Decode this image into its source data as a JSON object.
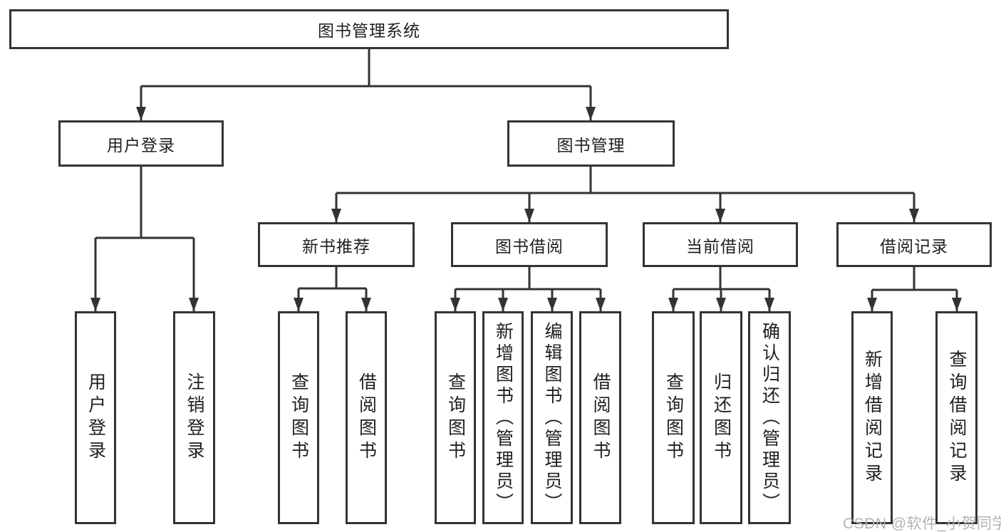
{
  "tree": {
    "root": "图书管理系统",
    "level2": [
      {
        "label": "用户登录",
        "leaves": [
          "用户登录",
          "注销登录"
        ]
      },
      {
        "label": "图书管理",
        "children": [
          {
            "label": "新书推荐",
            "leaves": [
              "查询图书",
              "借阅图书"
            ]
          },
          {
            "label": "图书借阅",
            "leaves": [
              "查询图书",
              "新增图书（管理员）",
              "编辑图书（管理员）",
              "借阅图书"
            ]
          },
          {
            "label": "当前借阅",
            "leaves": [
              "查询图书",
              "归还图书",
              "确认归还（管理员）"
            ]
          },
          {
            "label": "借阅记录",
            "leaves": [
              "新增借阅记录",
              "查询借阅记录"
            ]
          }
        ]
      }
    ]
  },
  "watermark": {
    "text": "CSDN @软件_小贺同学"
  },
  "colors": {
    "line": "#333333",
    "box_border": "#333333",
    "text": "#1f1f1f",
    "watermark": "#b3b3b3",
    "background": "#ffffff"
  }
}
